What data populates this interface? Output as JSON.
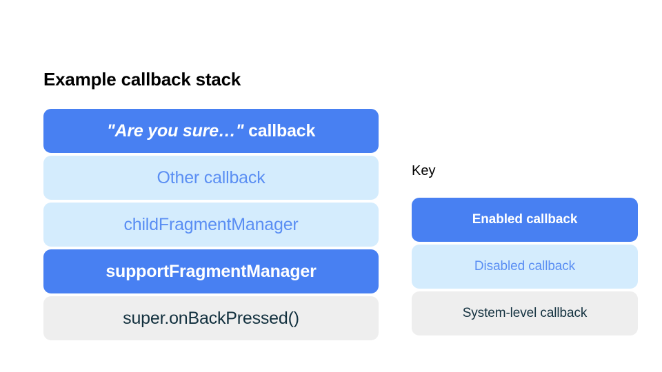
{
  "stack": {
    "title": "Example callback stack",
    "items": [
      {
        "label": "\"Are you sure…\" callback",
        "quoted_part": "\"Are you sure…\"",
        "plain_part": " callback",
        "type": "enabled"
      },
      {
        "label": "Other callback",
        "type": "disabled"
      },
      {
        "label": "childFragmentManager",
        "type": "disabled"
      },
      {
        "label": "supportFragmentManager",
        "type": "enabled"
      },
      {
        "label": "super.onBackPressed()",
        "type": "system"
      }
    ]
  },
  "key": {
    "title": "Key",
    "items": [
      {
        "label": "Enabled callback",
        "type": "enabled"
      },
      {
        "label": "Disabled callback",
        "type": "disabled"
      },
      {
        "label": "System-level callback",
        "type": "system"
      }
    ]
  },
  "colors": {
    "background": "#ffffff",
    "enabled_fill": "#4880f2",
    "enabled_text": "#ffffff",
    "disabled_fill": "#d4ecfd",
    "disabled_text": "#5a8ef3",
    "system_fill": "#eeeeee",
    "system_text": "#12303e",
    "title_text": "#000000"
  }
}
